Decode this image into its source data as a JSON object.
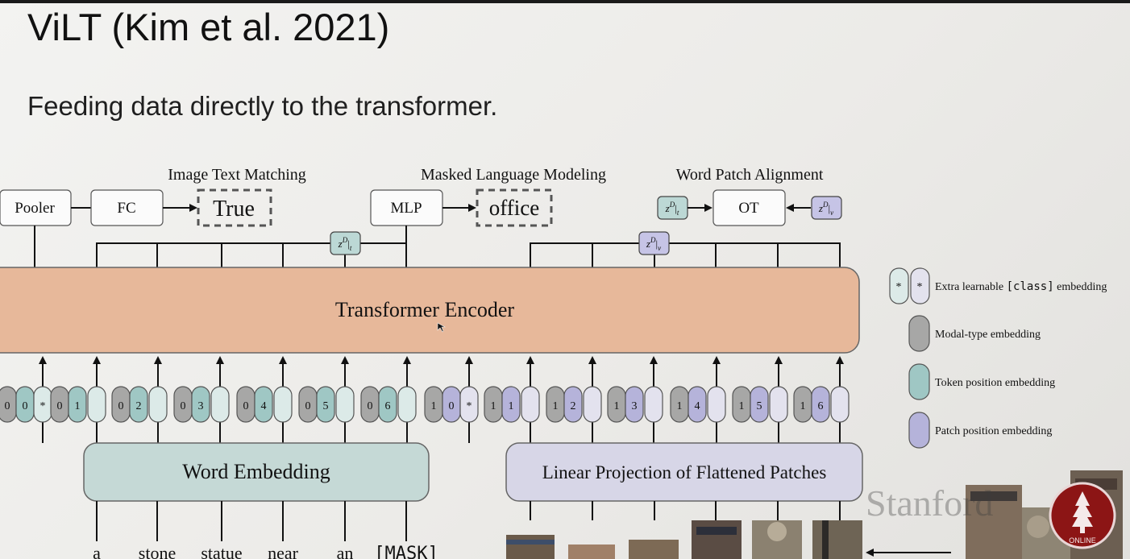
{
  "slide": {
    "title": "ViLT (Kim et al. 2021)",
    "subtitle": "Feeding data directly to the transformer."
  },
  "diagram": {
    "heads": {
      "itm": {
        "label": "Image Text Matching",
        "pooler": "Pooler",
        "fc": "FC",
        "output": "True"
      },
      "mlm": {
        "label": "Masked Language Modeling",
        "mlp": "MLP",
        "output": "office"
      },
      "wpa": {
        "label": "Word Patch Alignment",
        "ot": "OT",
        "zt_sup": "D",
        "zt_sub": "t",
        "zv_sup": "D",
        "zv_sub": "v"
      }
    },
    "z_tags": {
      "text": {
        "base": "z",
        "sup": "D",
        "sub": "t"
      },
      "visual": {
        "base": "z",
        "sup": "D",
        "sub": "v"
      }
    },
    "encoder_label": "Transformer Encoder",
    "word_embedding_label": "Word Embedding",
    "patch_projection_label": "Linear Projection of Flattened Patches",
    "input_words": [
      "a",
      "stone",
      "statue",
      "near",
      "an",
      "[MASK]"
    ],
    "text_tokens": [
      {
        "modal": "0",
        "pos": "0",
        "extra": "*"
      },
      {
        "modal": "0",
        "pos": "1"
      },
      {
        "modal": "0",
        "pos": "2"
      },
      {
        "modal": "0",
        "pos": "3"
      },
      {
        "modal": "0",
        "pos": "4"
      },
      {
        "modal": "0",
        "pos": "5"
      },
      {
        "modal": "0",
        "pos": "6"
      }
    ],
    "image_tokens": [
      {
        "modal": "1",
        "pos": "0",
        "extra": "*"
      },
      {
        "modal": "1",
        "pos": "1"
      },
      {
        "modal": "1",
        "pos": "2"
      },
      {
        "modal": "1",
        "pos": "3"
      },
      {
        "modal": "1",
        "pos": "4"
      },
      {
        "modal": "1",
        "pos": "5"
      },
      {
        "modal": "1",
        "pos": "6"
      }
    ],
    "legend": [
      {
        "label_prefix": "Extra learnable ",
        "label_code": "[class]",
        "label_suffix": " embedding",
        "kind": "extra"
      },
      {
        "label": "Modal-type embedding",
        "kind": "modal"
      },
      {
        "label": "Token position embedding",
        "kind": "token"
      },
      {
        "label": "Patch position embedding",
        "kind": "patch"
      }
    ],
    "colors": {
      "encoder": "#e7b89a",
      "word_embedding": "#c5d9d6",
      "patch_projection": "#d7d6e7",
      "modal_pill": "#a7a7a6",
      "token_pill": "#9fc7c4",
      "patch_pill": "#b5b3da",
      "extra_pill": "#dceae8",
      "extra_patch_pill": "#e3e2ee"
    }
  },
  "branding": {
    "watermark": "Stanford",
    "logo_text": "ONLINE"
  }
}
